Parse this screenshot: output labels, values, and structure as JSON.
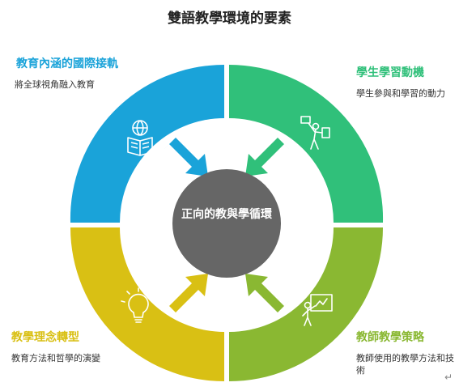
{
  "title": "雙語教學環境的要素",
  "center": "正向的教與學循環",
  "quadrants": {
    "top_left": {
      "title": "教育內涵的國際接軌",
      "desc": "將全球視角融入教育",
      "color": "#1aa3d9",
      "icon": "book-globe-icon"
    },
    "top_right": {
      "title": "學生學習動機",
      "desc": "學生參與和學習的動力",
      "color": "#30c07a",
      "icon": "presenter-icon"
    },
    "bottom_left": {
      "title": "教學理念轉型",
      "desc": "教育方法和哲學的演變",
      "color": "#d9c014",
      "icon": "lightbulb-icon"
    },
    "bottom_right": {
      "title": "教師教學策略",
      "desc": "教師使用的教學方法和技術",
      "color": "#8ab832",
      "icon": "teacher-board-icon"
    }
  },
  "center_color": "#666666",
  "trailing_mark": "↵"
}
